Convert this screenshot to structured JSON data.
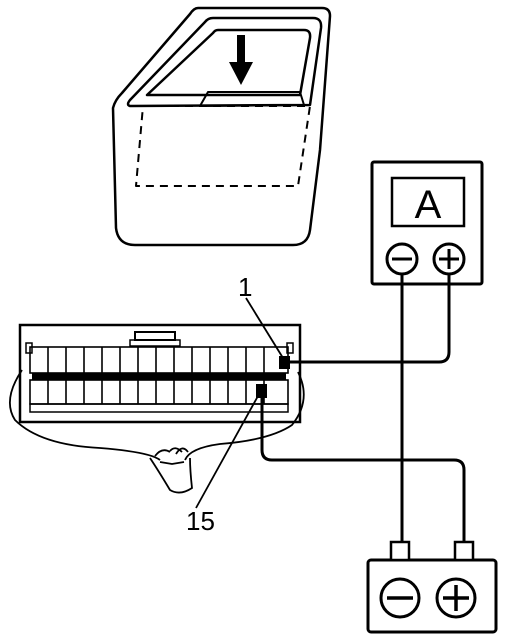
{
  "diagram": {
    "labels": {
      "pin_1": "1",
      "pin_15": "15",
      "meter": "A"
    },
    "icons": {
      "door": "door-window-icon",
      "arrow": "down-arrow-icon",
      "meter_minus": "minus-terminal-icon",
      "meter_plus": "plus-terminal-icon",
      "battery_minus": "minus-terminal-icon",
      "battery_plus": "plus-terminal-icon"
    },
    "colors": {
      "ink": "#000000",
      "background": "#ffffff"
    }
  }
}
